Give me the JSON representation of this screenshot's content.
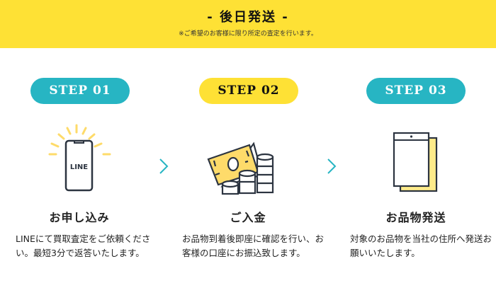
{
  "header": {
    "title": "- 後日発送 -",
    "note": "※ご希望のお客様に限り所定の査定を行います。"
  },
  "steps": [
    {
      "label": "STEP 01",
      "title": "お申し込み",
      "description": "LINEにて買取査定をご依頼ください。最短3分で返答いたします。",
      "icon_text": "LINE"
    },
    {
      "label": "STEP 02",
      "title": "ご入金",
      "description": "お品物到着後即座に確認を行い、お客様の口座にお振込致します。"
    },
    {
      "label": "STEP 03",
      "title": "お品物発送",
      "description": "対象のお品物を当社の住所へ発送お願いいたします。"
    }
  ],
  "colors": {
    "yellow": "#FEE135",
    "teal": "#27B5C3"
  }
}
